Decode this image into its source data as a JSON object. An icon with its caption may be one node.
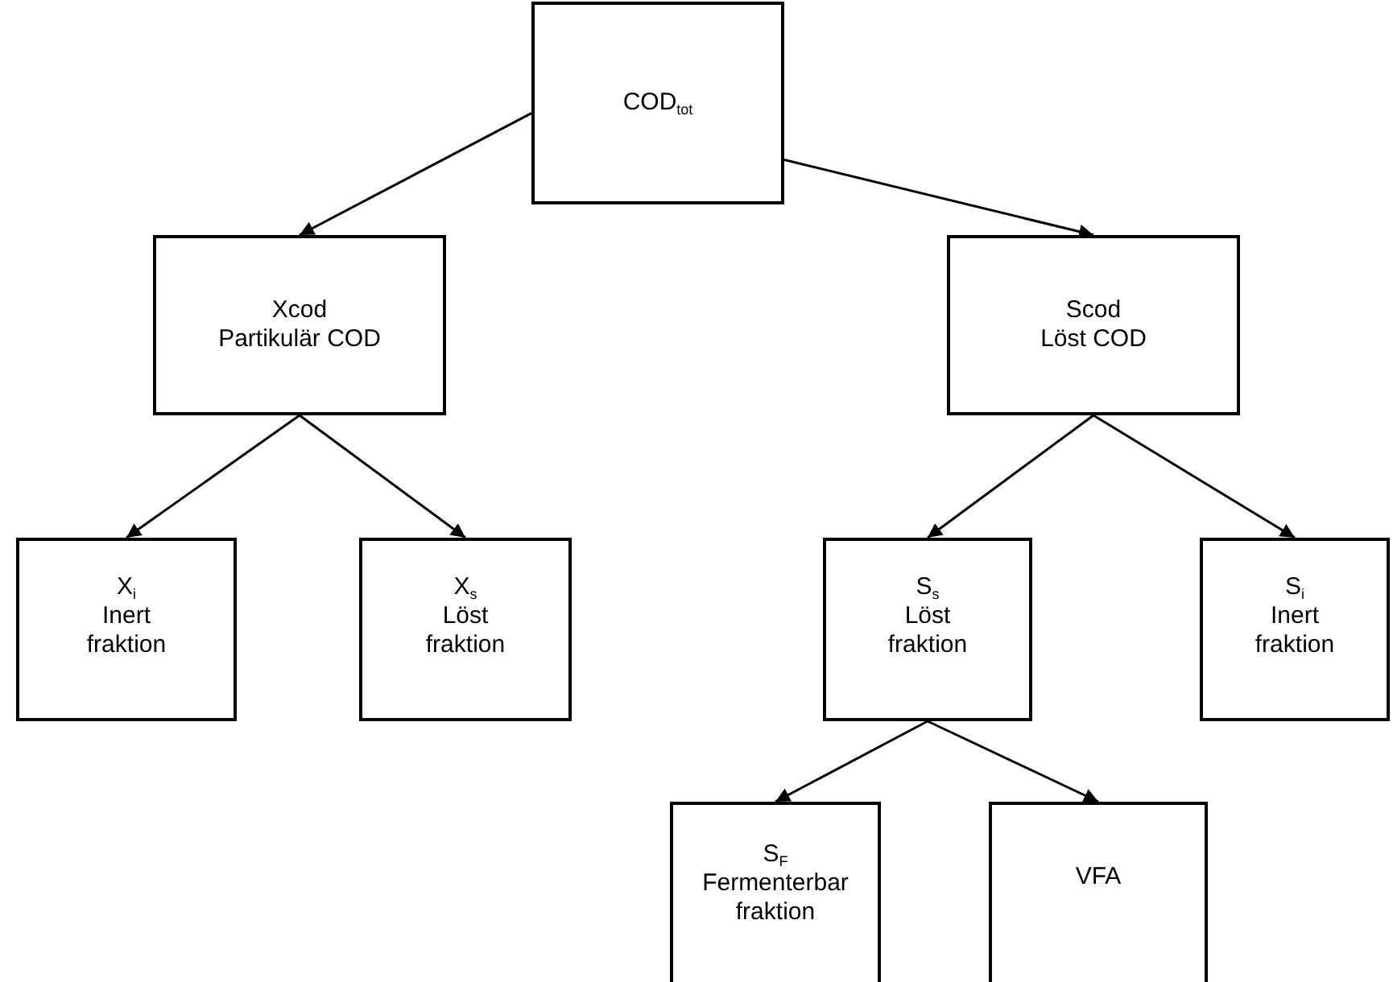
{
  "diagram": {
    "nodes": [
      {
        "text": [
          "COD$_{tot}$"
        ]
      },
      {
        "text": [
          "Xcod",
          "Partikulär COD"
        ]
      },
      {
        "text": [
          "Scod",
          "Löst COD"
        ]
      },
      {
        "text": [
          "X$_{i}$",
          "Inert fraktion"
        ]
      },
      {
        "text": [
          "X$_{s}$",
          "Löst fraktion"
        ]
      },
      {
        "text": [
          "S$_{s}$",
          "Löst fraktion"
        ]
      },
      {
        "text": [
          "S$_{i}$",
          "Inert fraktion"
        ]
      },
      {
        "text": [
          "S$_{F}$",
          "Fermenterbar fraktion"
        ]
      },
      {
        "text": [
          "VFA"
        ]
      }
    ],
    "edges": [
      {
        "from": 0,
        "to": 1,
        "arrow": "to"
      },
      {
        "from": 0,
        "to": 2,
        "arrow": "to"
      },
      {
        "from": 1,
        "to": 3,
        "arrow": "to"
      },
      {
        "from": 1,
        "to": 4,
        "arrow": "to"
      },
      {
        "from": 2,
        "to": 5,
        "arrow": "to"
      },
      {
        "from": 2,
        "to": 6,
        "arrow": "to"
      },
      {
        "from": 5,
        "to": 7,
        "arrow": "to"
      },
      {
        "from": 5,
        "to": 8,
        "arrow": "to"
      }
    ]
  }
}
